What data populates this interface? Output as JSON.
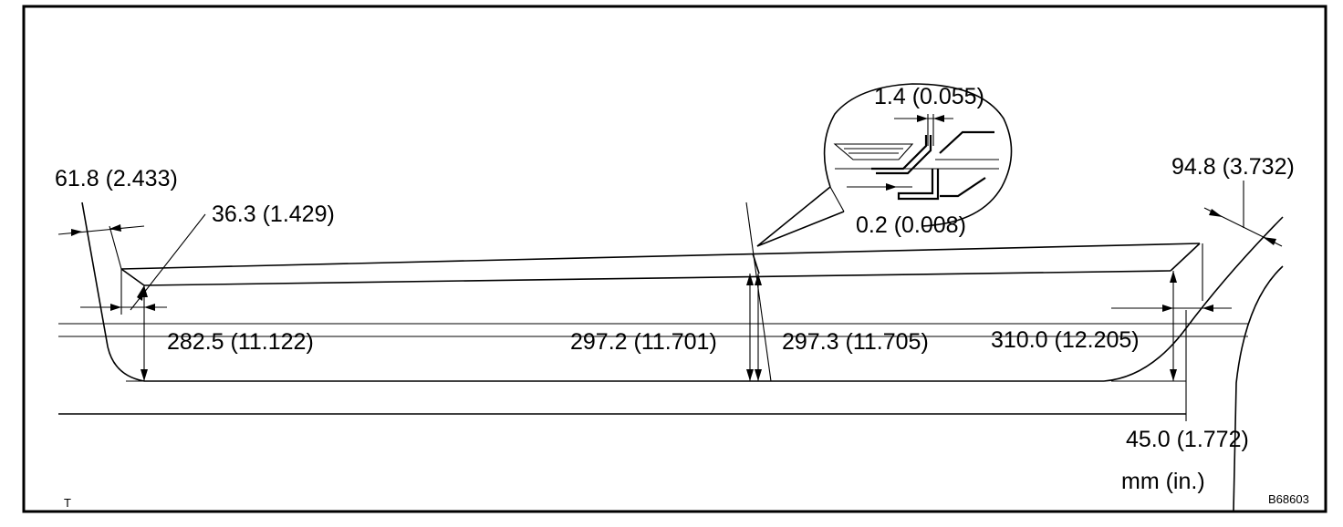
{
  "dimensions": {
    "d_61_8": "61.8 (2.433)",
    "d_36_3": "36.3 (1.429)",
    "d_282_5": "282.5 (11.122)",
    "d_297_2": "297.2 (11.701)",
    "d_297_3": "297.3 (11.705)",
    "d_310_0": "310.0 (12.205)",
    "d_94_8": "94.8 (3.732)",
    "d_45_0": "45.0 (1.772)",
    "d_1_4": "1.4 (0.055)",
    "d_0_2": "0.2 (0.008)"
  },
  "units": "mm (in.)",
  "figure_code": "B68603",
  "corner_mark": "T"
}
